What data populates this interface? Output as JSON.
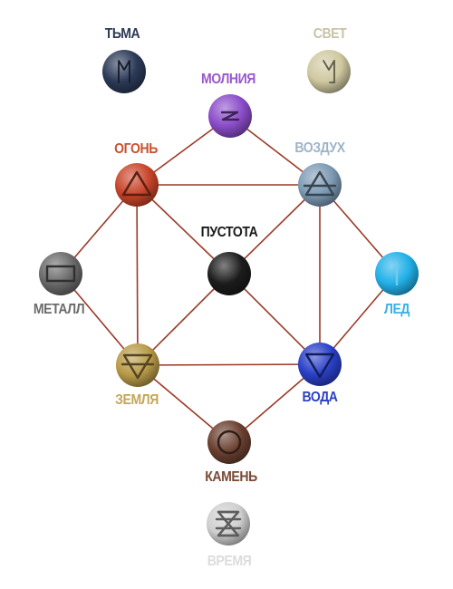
{
  "nodes": {
    "tma": {
      "label": "ТЬМА",
      "color": "#2c3a58",
      "text_color": "#2d3a55"
    },
    "svet": {
      "label": "СВЕТ",
      "color": "#cfc8a0",
      "text_color": "#c7c3a6"
    },
    "molniya": {
      "label": "МОЛНИЯ",
      "color": "#8a4cc8",
      "text_color": "#9a58cc"
    },
    "ogon": {
      "label": "ОГОНЬ",
      "color": "#c8452a",
      "text_color": "#c9502e"
    },
    "vozdukh": {
      "label": "ВОЗДУХ",
      "color": "#7d9ab4",
      "text_color": "#9db4c8"
    },
    "pustota": {
      "label": "ПУСТОТА",
      "color": "#1c1c1c",
      "text_color": "#1a1a1a"
    },
    "metall": {
      "label": "МЕТАЛЛ",
      "color": "#6a6a6a",
      "text_color": "#6b6b6b"
    },
    "led": {
      "label": "ЛЕД",
      "color": "#22b0e8",
      "text_color": "#3ab2e3"
    },
    "zemlya": {
      "label": "ЗЕМЛЯ",
      "color": "#b89a48",
      "text_color": "#c4a656"
    },
    "voda": {
      "label": "ВОДА",
      "color": "#2a40c8",
      "text_color": "#2b40c4"
    },
    "kamen": {
      "label": "КАМЕНЬ",
      "color": "#6a4030",
      "text_color": "#7a4a35"
    },
    "vremya": {
      "label": "ВРЕМЯ",
      "color": "#cfcfcf",
      "text_color": "#dcdcdc"
    }
  },
  "edge_color": "#9a3a28"
}
